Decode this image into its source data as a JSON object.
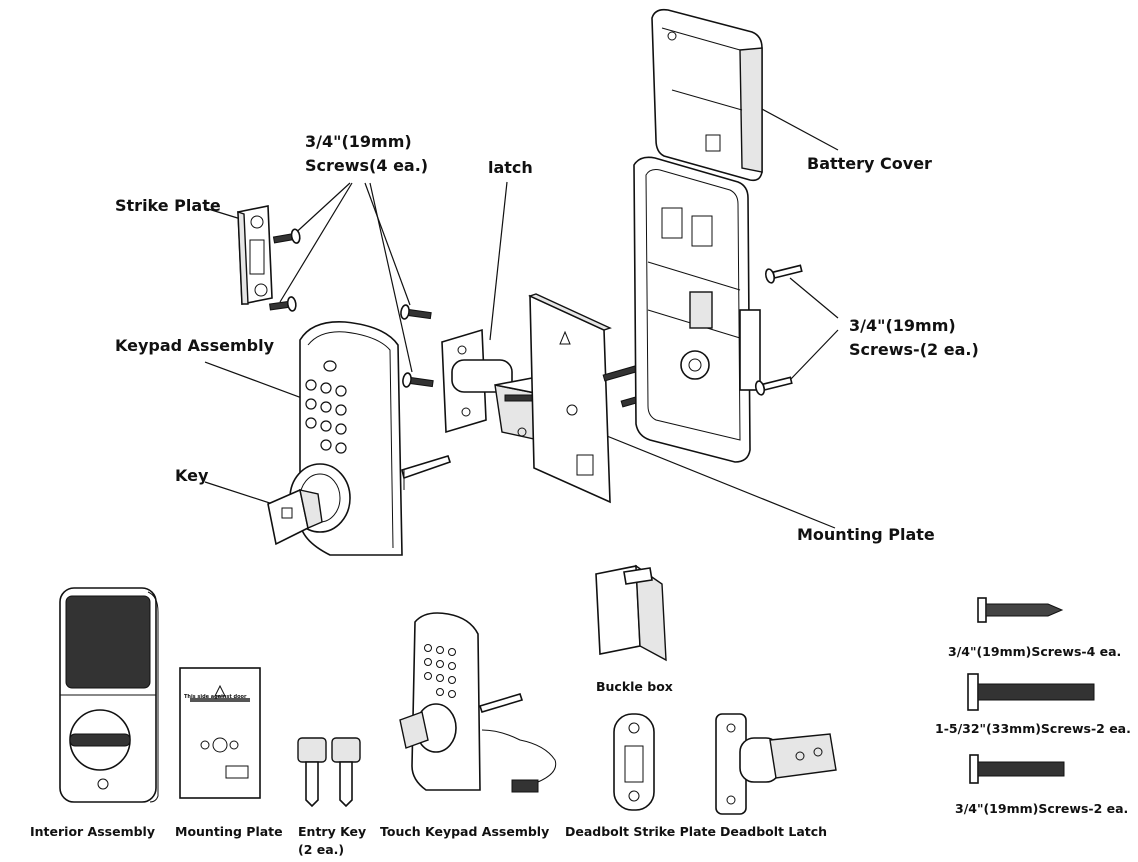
{
  "exploded_labels": {
    "screws_4_line1": "3/4\"(19mm)",
    "screws_4_line2": "Screws(4 ea.)",
    "latch": "latch",
    "battery_cover": "Battery Cover",
    "strike_plate": "Strike Plate",
    "keypad_assembly": "Keypad Assembly",
    "screws_2_line1": "3/4\"(19mm)",
    "screws_2_line2": "Screws-(2 ea.)",
    "key": "Key",
    "mounting_plate": "Mounting Plate"
  },
  "parts_list": {
    "interior_assembly": "Interior Assembly",
    "mounting_plate": "Mounting Plate",
    "mounting_plate_print": "This side against door",
    "entry_key_line1": "Entry Key",
    "entry_key_line2": "(2 ea.)",
    "touch_keypad_assembly": "Touch Keypad Assembly",
    "buckle_box": "Buckle box",
    "deadbolt_strike_plate": "Deadbolt Strike Plate",
    "deadbolt_latch": "Deadbolt Latch",
    "screws_a": "3/4\"(19mm)Screws-4 ea.",
    "screws_b": "1-5/32\"(33mm)Screws-2 ea.",
    "screws_c": "3/4\"(19mm)Screws-2 ea."
  }
}
